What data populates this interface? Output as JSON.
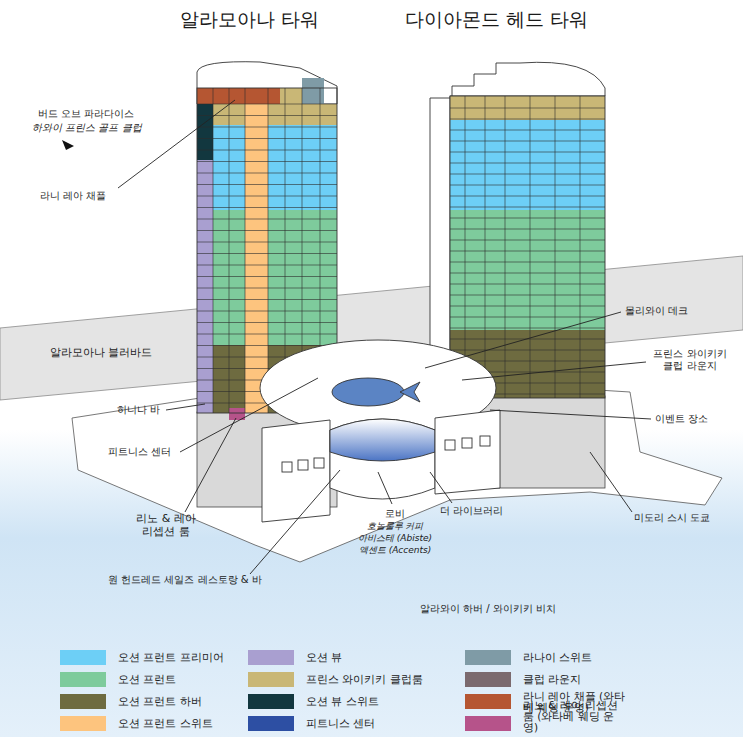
{
  "diagram": {
    "labels": [
      "알라모아나 타워",
      "다이아몬드 헤드 타워",
      "버드 오브 파라다이스",
      "하와이 프린스 골프 클럽",
      "라니 레아 채플",
      "알라모아나 블러바드",
      "히니나 바",
      "피트니스 센터",
      "리노 & 레아 리셉션 룸",
      "원 헌드레드 세일즈 레스토랑 & 바",
      "로비",
      "호놀룰루 커피",
      "아비스테 (Abiste)",
      "액센트 (Accents)",
      "더 라이브러리",
      "알라와이 하버 / 와이키키 비치",
      "몰리와이 데크",
      "프린스 와이키키 클럽 라운지",
      "이벤트 장소",
      "미도리 스시 도쿄"
    ],
    "legend": [
      {
        "text": "오션 프런트 프리미어",
        "color": "#6dcff6"
      },
      {
        "text": "오션 프런트",
        "color": "#7ecb9c"
      },
      {
        "text": "오션 프런트 하버",
        "color": "#6e6b40"
      },
      {
        "text": "오션 프런트 스위트",
        "color": "#fdc47e"
      },
      {
        "text": "오션 뷰",
        "color": "#a99fd0"
      },
      {
        "text": "프린스 와이키키 클럽룸",
        "color": "#c9b776"
      },
      {
        "text": "오션 뷰 스위트",
        "color": "#12373f"
      },
      {
        "text": "피트니스 센터",
        "color": "#2d4fa3"
      },
      {
        "text": "라나이 스위트",
        "color": "#7f9ba6"
      },
      {
        "text": "클럽 라운지",
        "color": "#7b6a6e"
      },
      {
        "text": "라니 레아 채플 (와타베 웨딩 운영)",
        "color": "#b55632"
      },
      {
        "text": "리노 & 레아 리셉션 룸 (와타베 웨딩 운영)",
        "color": "#b6538a"
      }
    ]
  }
}
